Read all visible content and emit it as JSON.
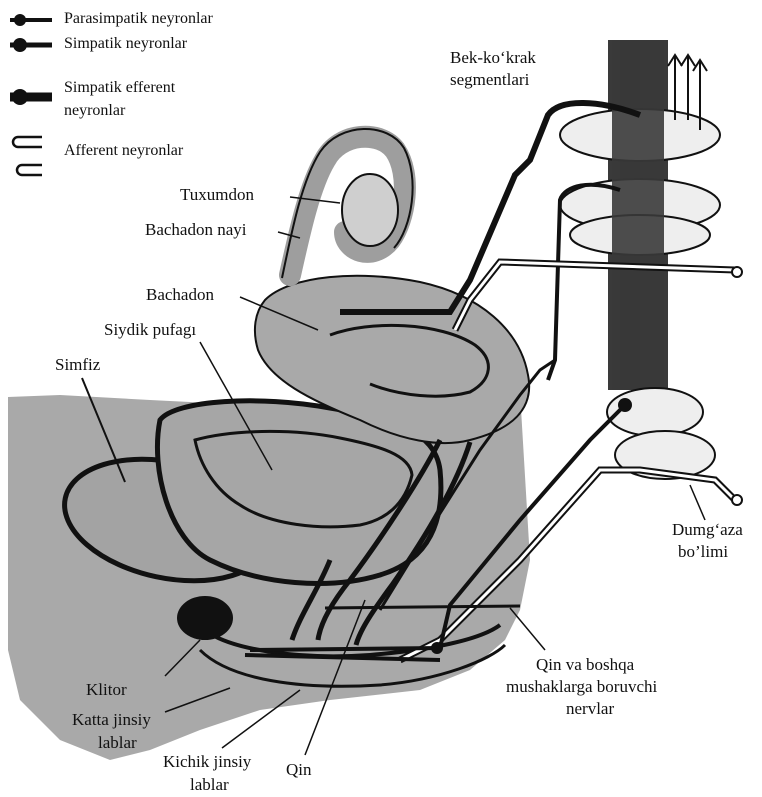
{
  "legend": [
    {
      "label": "Parasimpatik neyronlar",
      "icon": "thin-black-axon-icon"
    },
    {
      "label": "Simpatik neyronlar",
      "icon": "black-axon-icon"
    },
    {
      "label_line1": "Simpatik efferent",
      "label_line2": "neyronlar",
      "icon": "thick-black-axon-icon"
    },
    {
      "label": "Afferent neyronlar",
      "icon": "hollow-axon-icon"
    }
  ],
  "labels": {
    "spinal_upper_1": "Bek-ko‘krak",
    "spinal_upper_2": "segmentlari",
    "ovary": "Tuxumdon",
    "fallopian_tube": "Bachadon nayi",
    "uterus": "Bachadon",
    "bladder": "Siydik pufagı",
    "symphysis": "Simfiz",
    "sacral_1": "Dumg‘aza",
    "sacral_2": "bo’limi",
    "clitoris": "Klitor",
    "labia_major_1": "Katta jinsiy",
    "labia_major_2": "lablar",
    "labia_minor_1": "Kichik jinsiy",
    "labia_minor_2": "lablar",
    "vagina": "Qin",
    "nerves_1": "Qin va boshqa",
    "nerves_2": "mushaklarga boruvchi",
    "nerves_3": "nervlar"
  },
  "colors": {
    "tissue": "#a9a9a9",
    "tissue_dark": "#8e8e8e",
    "ink": "#111111",
    "spine": "#3a3a3a",
    "paper": "#ffffff"
  }
}
